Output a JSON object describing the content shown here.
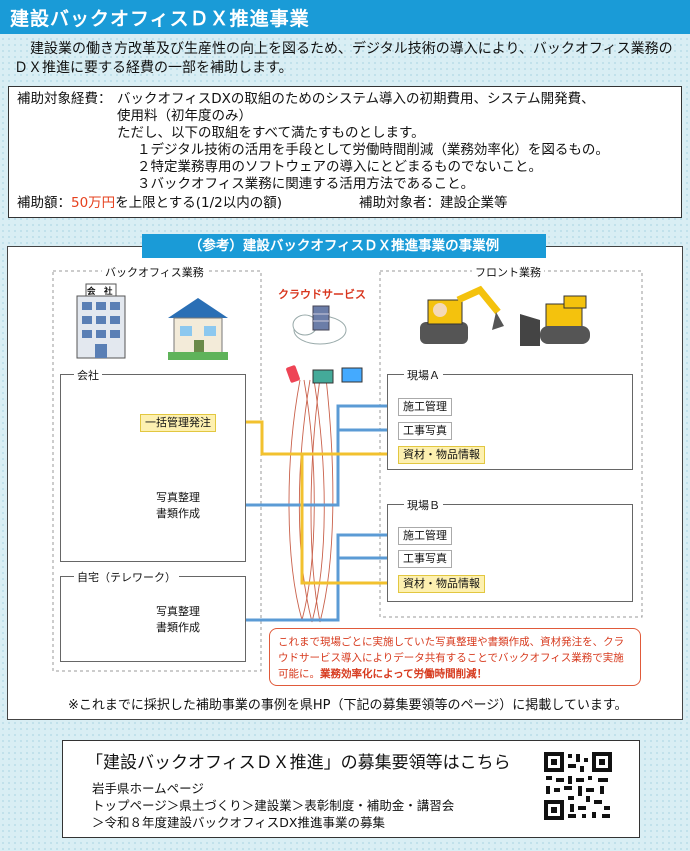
{
  "header": {
    "title": "建設バックオフィスＤＸ推進事業"
  },
  "intro": "建設業の働き方改革及び生産性の向上を図るため、デジタル技術の導入により、バックオフィス業務のＤＸ推進に要する経費の一部を補助します。",
  "subsidy": {
    "expense_label": "補助対象経費：",
    "expense_line1": "バックオフィスDXの取組のためのシステム導入の初期費用、システム開発費、",
    "expense_line2": "使用料（初年度のみ）",
    "condition_intro": "ただし、以下の取組をすべて満たすものとします。",
    "conditions": [
      "１デジタル技術の活用を手段として労働時間削減（業務効率化）を図るもの。",
      "２特定業務専用のソフトウェアの導入にとどまるものでないこと。",
      "３バックオフィス業務に関連する活用方法であること。"
    ],
    "amount_label": "補助額：",
    "amount_value": "50万円",
    "amount_suffix": "を上限とする(1/2以内の額)",
    "target": "補助対象者：建設企業等"
  },
  "example": {
    "title": "（参考）建設バックオフィスＤＸ推進事業の事業例",
    "backoffice_label": "バックオフィス業務",
    "front_label": "フロント業務",
    "cloud_label": "クラウドサービス",
    "building_sign": "会　社",
    "company_label": "会社",
    "home_label": "自宅（テレワーク）",
    "siteA_label": "現場Ａ",
    "siteB_label": "現場Ｂ",
    "company_tags": [
      "一括管理発注",
      "写真整理",
      "書類作成"
    ],
    "home_tags": [
      "写真整理",
      "書類作成"
    ],
    "siteA_tags": [
      "施工管理",
      "工事写真",
      "資材・物品情報"
    ],
    "siteB_tags": [
      "施工管理",
      "工事写真",
      "資材・物品情報"
    ],
    "note": "これまで現場ごとに実施していた写真整理や書類作成、資材発注を、クラウドサービス導入によりデータ共有することでバックオフィス業務で実施可能に。",
    "note_emphasis": "業務効率化によって労働時間削減！",
    "caption": "※これまでに採択した補助事業の事例を県HP（下記の募集要領等のページ）に掲載しています。"
  },
  "bottom": {
    "title": "「建設バックオフィスＤＸ推進」の募集要領等はこちら",
    "site": "岩手県ホームページ",
    "path1": "トップページ＞県土づくり＞建設業＞表彰制度・補助金・講習会",
    "path2": "＞令和８年度建設バックオフィスDX推進事業の募集"
  },
  "colors": {
    "accent": "#1a9bd7",
    "red": "#e6411e",
    "yellow_flow": "#f2c12e",
    "blue_flow": "#5b9bd5"
  }
}
